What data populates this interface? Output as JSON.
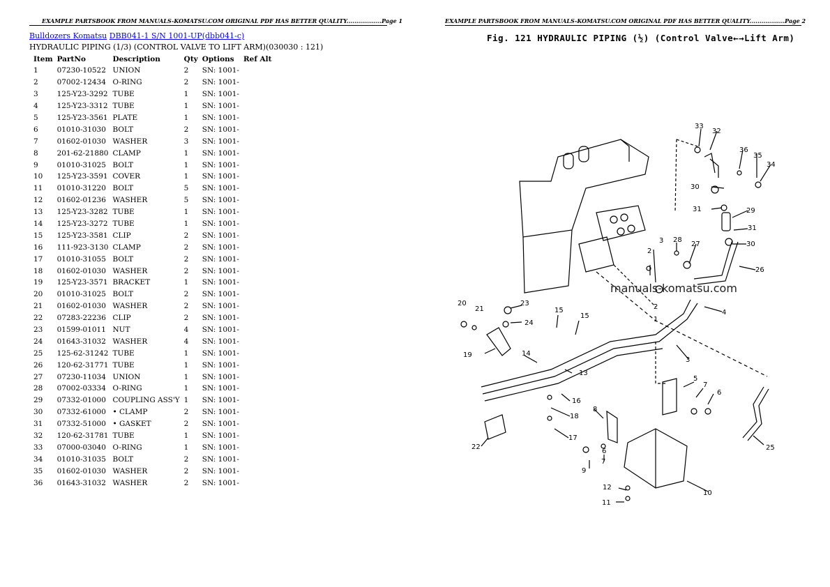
{
  "header_left": "EXAMPLE PARTSBOOK FROM MANUALS-KOMATSU.COM ORIGINAL PDF HAS BETTER QUALITY..................Page 1",
  "header_right": "EXAMPLE PARTSBOOK FROM MANUALS-KOMATSU.COM ORIGINAL PDF HAS BETTER QUALITY..................Page 2",
  "breadcrumb": {
    "link1": "Bulldozers Komatsu",
    "link2": "DBB041-1 S/N 1001-UP(dbb041-c)"
  },
  "subtitle": "HYDRAULIC PIPING (1/3) (CONTROL VALVE TO LIFT ARM)(030030 : 121)",
  "table": {
    "headers": [
      "Item",
      "PartNo",
      "Description",
      "Qty",
      "Options",
      "Ref Alt"
    ],
    "rows": [
      [
        "1",
        "07230-10522",
        "UNION",
        "2",
        "SN: 1001-"
      ],
      [
        "2",
        "07002-12434",
        "O-RING",
        "2",
        "SN: 1001-"
      ],
      [
        "3",
        "125-Y23-3292",
        "TUBE",
        "1",
        "SN: 1001-"
      ],
      [
        "4",
        "125-Y23-3312",
        "TUBE",
        "1",
        "SN: 1001-"
      ],
      [
        "5",
        "125-Y23-3561",
        "PLATE",
        "1",
        "SN: 1001-"
      ],
      [
        "6",
        "01010-31030",
        "BOLT",
        "2",
        "SN: 1001-"
      ],
      [
        "7",
        "01602-01030",
        "WASHER",
        "3",
        "SN: 1001-"
      ],
      [
        "8",
        "201-62-21880",
        "CLAMP",
        "1",
        "SN: 1001-"
      ],
      [
        "9",
        "01010-31025",
        "BOLT",
        "1",
        "SN: 1001-"
      ],
      [
        "10",
        "125-Y23-3591",
        "COVER",
        "1",
        "SN: 1001-"
      ],
      [
        "11",
        "01010-31220",
        "BOLT",
        "5",
        "SN: 1001-"
      ],
      [
        "12",
        "01602-01236",
        "WASHER",
        "5",
        "SN: 1001-"
      ],
      [
        "13",
        "125-Y23-3282",
        "TUBE",
        "1",
        "SN: 1001-"
      ],
      [
        "14",
        "125-Y23-3272",
        "TUBE",
        "1",
        "SN: 1001-"
      ],
      [
        "15",
        "125-Y23-3581",
        "CLIP",
        "2",
        "SN: 1001-"
      ],
      [
        "16",
        "111-923-3130",
        "CLAMP",
        "2",
        "SN: 1001-"
      ],
      [
        "17",
        "01010-31055",
        "BOLT",
        "2",
        "SN: 1001-"
      ],
      [
        "18",
        "01602-01030",
        "WASHER",
        "2",
        "SN: 1001-"
      ],
      [
        "19",
        "125-Y23-3571",
        "BRACKET",
        "1",
        "SN: 1001-"
      ],
      [
        "20",
        "01010-31025",
        "BOLT",
        "2",
        "SN: 1001-"
      ],
      [
        "21",
        "01602-01030",
        "WASHER",
        "2",
        "SN: 1001-"
      ],
      [
        "22",
        "07283-22236",
        "CLIP",
        "2",
        "SN: 1001-"
      ],
      [
        "23",
        "01599-01011",
        "NUT",
        "4",
        "SN: 1001-"
      ],
      [
        "24",
        "01643-31032",
        "WASHER",
        "4",
        "SN: 1001-"
      ],
      [
        "25",
        "125-62-31242",
        "TUBE",
        "1",
        "SN: 1001-"
      ],
      [
        "26",
        "120-62-31771",
        "TUBE",
        "1",
        "SN: 1001-"
      ],
      [
        "27",
        "07230-11034",
        "UNION",
        "1",
        "SN: 1001-"
      ],
      [
        "28",
        "07002-03334",
        "O-RING",
        "1",
        "SN: 1001-"
      ],
      [
        "29",
        "07332-01000",
        "COUPLING ASS'Y",
        "1",
        "SN: 1001-"
      ],
      [
        "30",
        "07332-61000",
        "• CLAMP",
        "2",
        "SN: 1001-"
      ],
      [
        "31",
        "07332-51000",
        "• GASKET",
        "2",
        "SN: 1001-"
      ],
      [
        "32",
        "120-62-31781",
        "TUBE",
        "1",
        "SN: 1001-"
      ],
      [
        "33",
        "07000-03040",
        "O-RING",
        "1",
        "SN: 1001-"
      ],
      [
        "34",
        "01010-31035",
        "BOLT",
        "2",
        "SN: 1001-"
      ],
      [
        "35",
        "01602-01030",
        "WASHER",
        "2",
        "SN: 1001-"
      ],
      [
        "36",
        "01643-31032",
        "WASHER",
        "2",
        "SN: 1001-"
      ]
    ]
  },
  "figure": {
    "title": "Fig. 121  HYDRAULIC PIPING (½) (Control Valve←→Lift Arm)",
    "watermark": "manuals-komatsu.com"
  }
}
